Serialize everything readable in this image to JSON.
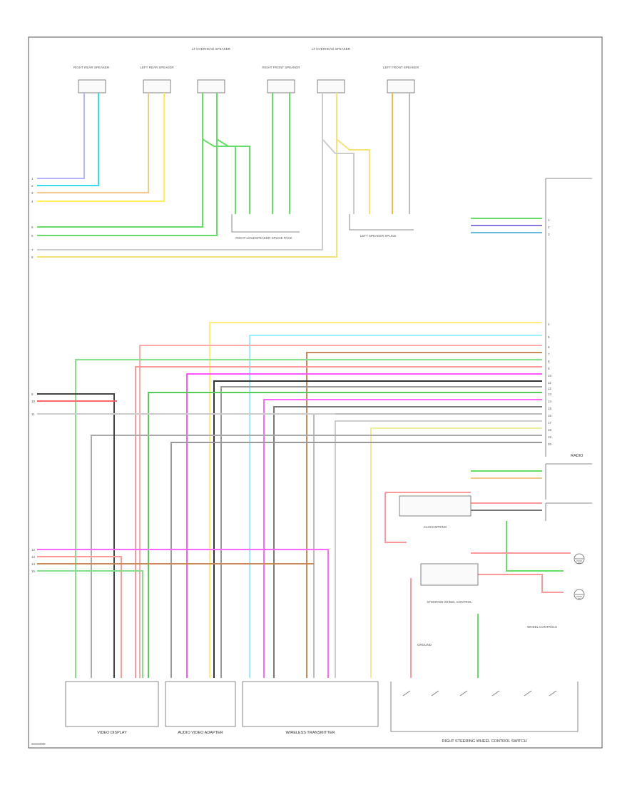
{
  "diagram": {
    "page_code": "SSSS000",
    "components": {
      "speakers": [
        "RIGHT REAR SPEAKER",
        "LEFT REAR SPEAKER",
        "LT OVERHEAD SPEAKER",
        "RIGHT FRONT SPEAKER",
        "LT OVERHEAD SPEAKER",
        "LEFT FRONT SPEAKER"
      ],
      "bottom_modules": [
        "VIDEO DISPLAY",
        "AUDIO VIDEO ADAPTER",
        "WIRELESS TRANSMITTER"
      ],
      "switch_module": "RIGHT STEERING WHEEL CONTROL SWITCH",
      "radio": "RADIO"
    },
    "labels": {
      "splice_right": "RIGHT LOUDSPEAKER SPLICE PACK",
      "splice_left": "LEFT SPEAKER SPLICE",
      "ground": "GROUND",
      "clockspring": "CLOCKSPRING",
      "steering_wheel_ctrl": "STEERING WHEEL CONTROL",
      "wheel_controls": "WHEEL CONTROLS"
    }
  }
}
